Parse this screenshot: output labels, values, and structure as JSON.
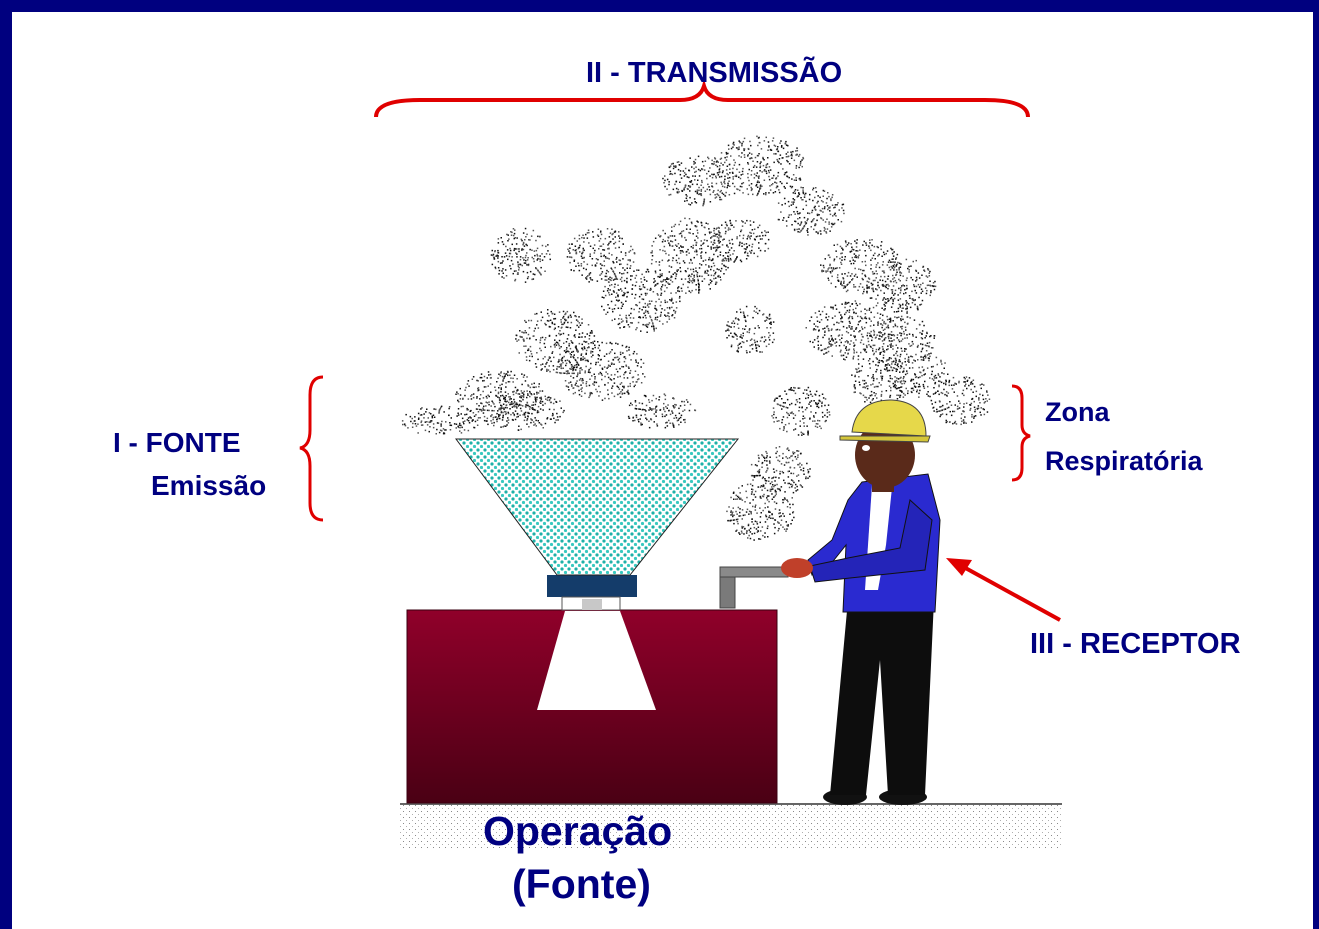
{
  "labels": {
    "transmission": "II - TRANSMISSÃO",
    "source_line1": "I - FONTE",
    "source_line2": "Emissão",
    "zone_line1": "Zona",
    "zone_line2": "Respiratória",
    "receptor": "III - RECEPTOR",
    "operation_line1": "Operação",
    "operation_line2": "(Fonte)"
  },
  "colors": {
    "frame": "#00007f",
    "label_text": "#000080",
    "brace": "#e00000",
    "machine": "#8b0030",
    "hopper": "#2ec3b5",
    "worker_jacket": "#2a2ad0"
  },
  "icons": [
    "dust-cloud-icon",
    "hopper-icon",
    "machine-icon",
    "worker-icon"
  ]
}
